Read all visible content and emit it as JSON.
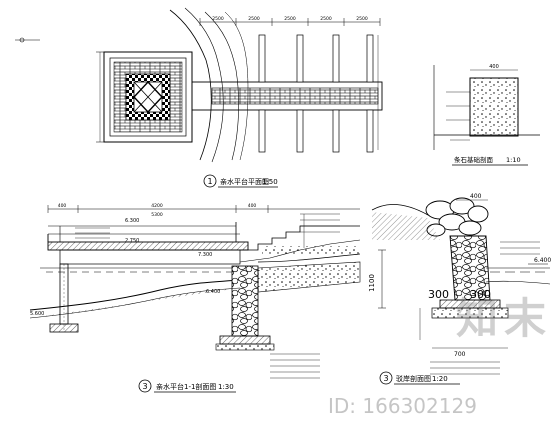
{
  "plan_view": {
    "title": "亲水平台平面图",
    "scale": "1:50",
    "number": "1",
    "dims_top": [
      "2500",
      "2500",
      "2500",
      "2500",
      "2500"
    ]
  },
  "stone_detail": {
    "title": "条石基础剖面",
    "scale": "1:10",
    "dim": "400"
  },
  "section_1": {
    "title": "亲水平台1-1剖面图",
    "scale": "1:30",
    "number": "3",
    "dim_total": "5300",
    "elev_deck": "6.300",
    "elev_mid": "2.750",
    "elev_right": "7.300",
    "elev_water": "6.400",
    "elev_bottom": "5.600",
    "dims_top": [
      "400",
      "4200",
      "400"
    ]
  },
  "section_2": {
    "title": "驳岸剖面图",
    "scale": "1:20",
    "number": "3",
    "elev_water": "6.400",
    "dim_height": "1100",
    "dim_300a": "300",
    "dim_300b": "300",
    "dim_width": "700",
    "dim_top": "400"
  },
  "watermark": {
    "brand": "知末",
    "id": "ID: 166302129"
  }
}
